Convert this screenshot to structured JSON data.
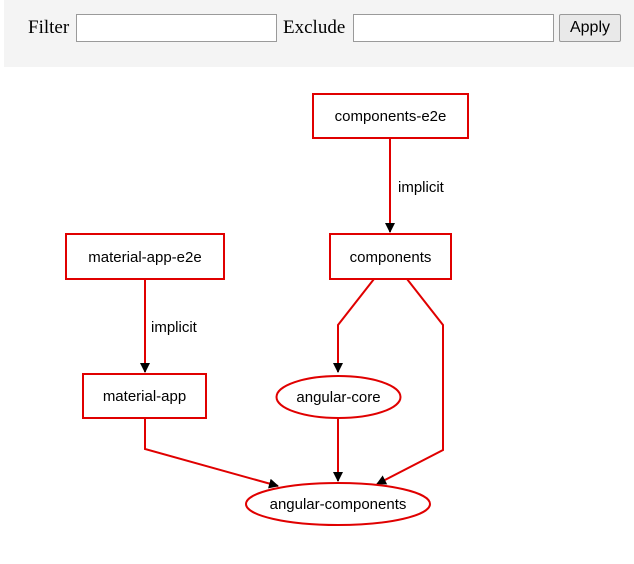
{
  "toolbar": {
    "filter_label": "Filter",
    "filter_value": "",
    "exclude_label": "Exclude",
    "exclude_value": "",
    "apply_label": "Apply"
  },
  "graph": {
    "colors": {
      "node_stroke": "#e00000",
      "edge": "#e00000",
      "arrow": "#000000"
    },
    "nodes": {
      "components_e2e": "components-e2e",
      "material_app_e2e": "material-app-e2e",
      "components": "components",
      "material_app": "material-app",
      "angular_core": "angular-core",
      "angular_components": "angular-components"
    },
    "edge_labels": {
      "components_e2e_to_components": "implicit",
      "material_app_e2e_to_material_app": "implicit"
    }
  }
}
